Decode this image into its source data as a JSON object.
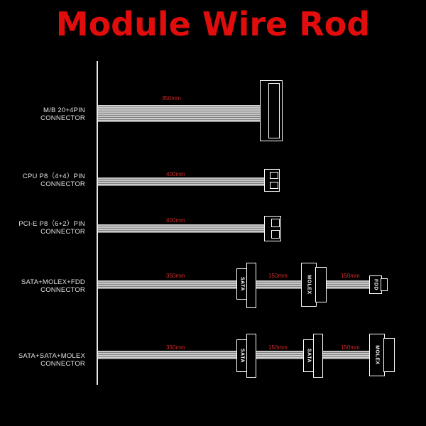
{
  "title": "Module Wire Rod",
  "colors": {
    "title": "#e10c0c",
    "length": "#d42a2a",
    "text": "#e2e2e2",
    "background": "#000000"
  },
  "rows": [
    {
      "label_line1": "M/B 20+4PIN",
      "label_line2": "CONNECTOR",
      "lengths": [
        "350mm"
      ]
    },
    {
      "label_line1": "CPU P8（4+4）PIN",
      "label_line2": "CONNECTOR",
      "lengths": [
        "400mm"
      ]
    },
    {
      "label_line1": "PCI-E P8（6+2）PIN",
      "label_line2": "CONNECTOR",
      "lengths": [
        "400mm"
      ]
    },
    {
      "label_line1": "SATA+MOLEX+FDD",
      "label_line2": "CONNECTOR",
      "lengths": [
        "350mm",
        "150mm",
        "150mm"
      ],
      "connectors": [
        "SATA",
        "MOLEX",
        "FDD"
      ]
    },
    {
      "label_line1": "SATA+SATA+MOLEX",
      "label_line2": "CONNECTOR",
      "lengths": [
        "350mm",
        "150mm",
        "150mm"
      ],
      "connectors": [
        "SATA",
        "SATA",
        "MOLEX"
      ]
    }
  ]
}
